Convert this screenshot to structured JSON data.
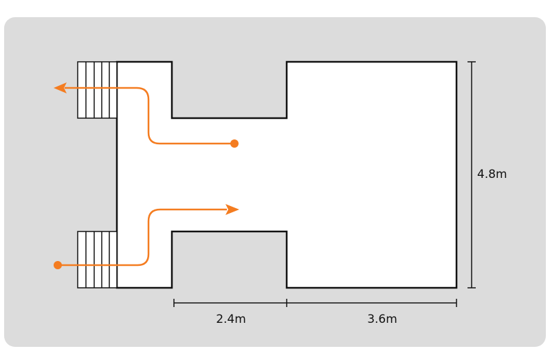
{
  "dimensions": {
    "bottom_left": "2.4m",
    "bottom_right": "3.6m",
    "right_height": "4.8m"
  },
  "colors": {
    "background_panel": "#dcdcdc",
    "floor": "#ffffff",
    "walls": "#111111",
    "path": "#f47c20"
  },
  "icons": {
    "path_start_marker": "dot",
    "path_end_marker": "arrowhead"
  }
}
